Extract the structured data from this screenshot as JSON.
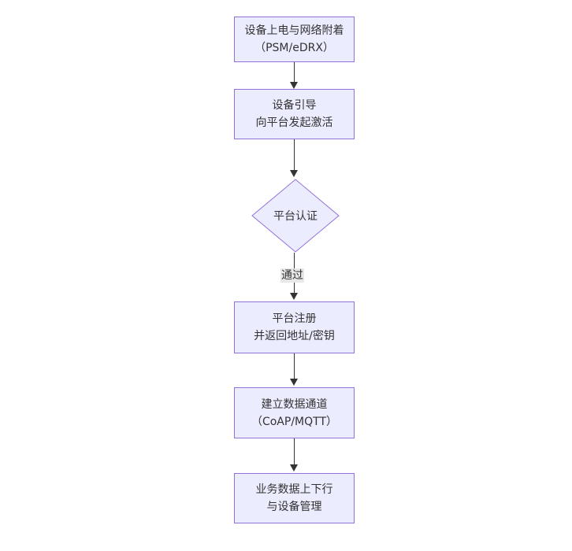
{
  "diagram": {
    "type": "flowchart",
    "direction": "top-down",
    "colors": {
      "node_fill": "#ECECFF",
      "node_border": "#9370DB",
      "node_text": "#333333",
      "arrow": "#333333",
      "edge_label_bg": "#e8e8e8",
      "background": "#ffffff"
    },
    "nodes": [
      {
        "id": "power-attach",
        "shape": "rect",
        "lines": [
          "设备上电与网络附着",
          "（PSM/eDRX）"
        ]
      },
      {
        "id": "bootstrap",
        "shape": "rect",
        "lines": [
          "设备引导",
          "向平台发起激活"
        ]
      },
      {
        "id": "platform-auth",
        "shape": "diamond",
        "lines": [
          "平台认证"
        ]
      },
      {
        "id": "register",
        "shape": "rect",
        "lines": [
          "平台注册",
          "并返回地址/密钥"
        ]
      },
      {
        "id": "data-channel",
        "shape": "rect",
        "lines": [
          "建立数据通道",
          "（CoAP/MQTT）"
        ]
      },
      {
        "id": "business-data",
        "shape": "rect",
        "lines": [
          "业务数据上下行",
          "与设备管理"
        ]
      }
    ],
    "edges": [
      {
        "from": "power-attach",
        "to": "bootstrap",
        "label": ""
      },
      {
        "from": "bootstrap",
        "to": "platform-auth",
        "label": ""
      },
      {
        "from": "platform-auth",
        "to": "register",
        "label": "通过"
      },
      {
        "from": "register",
        "to": "data-channel",
        "label": ""
      },
      {
        "from": "data-channel",
        "to": "business-data",
        "label": ""
      }
    ]
  }
}
